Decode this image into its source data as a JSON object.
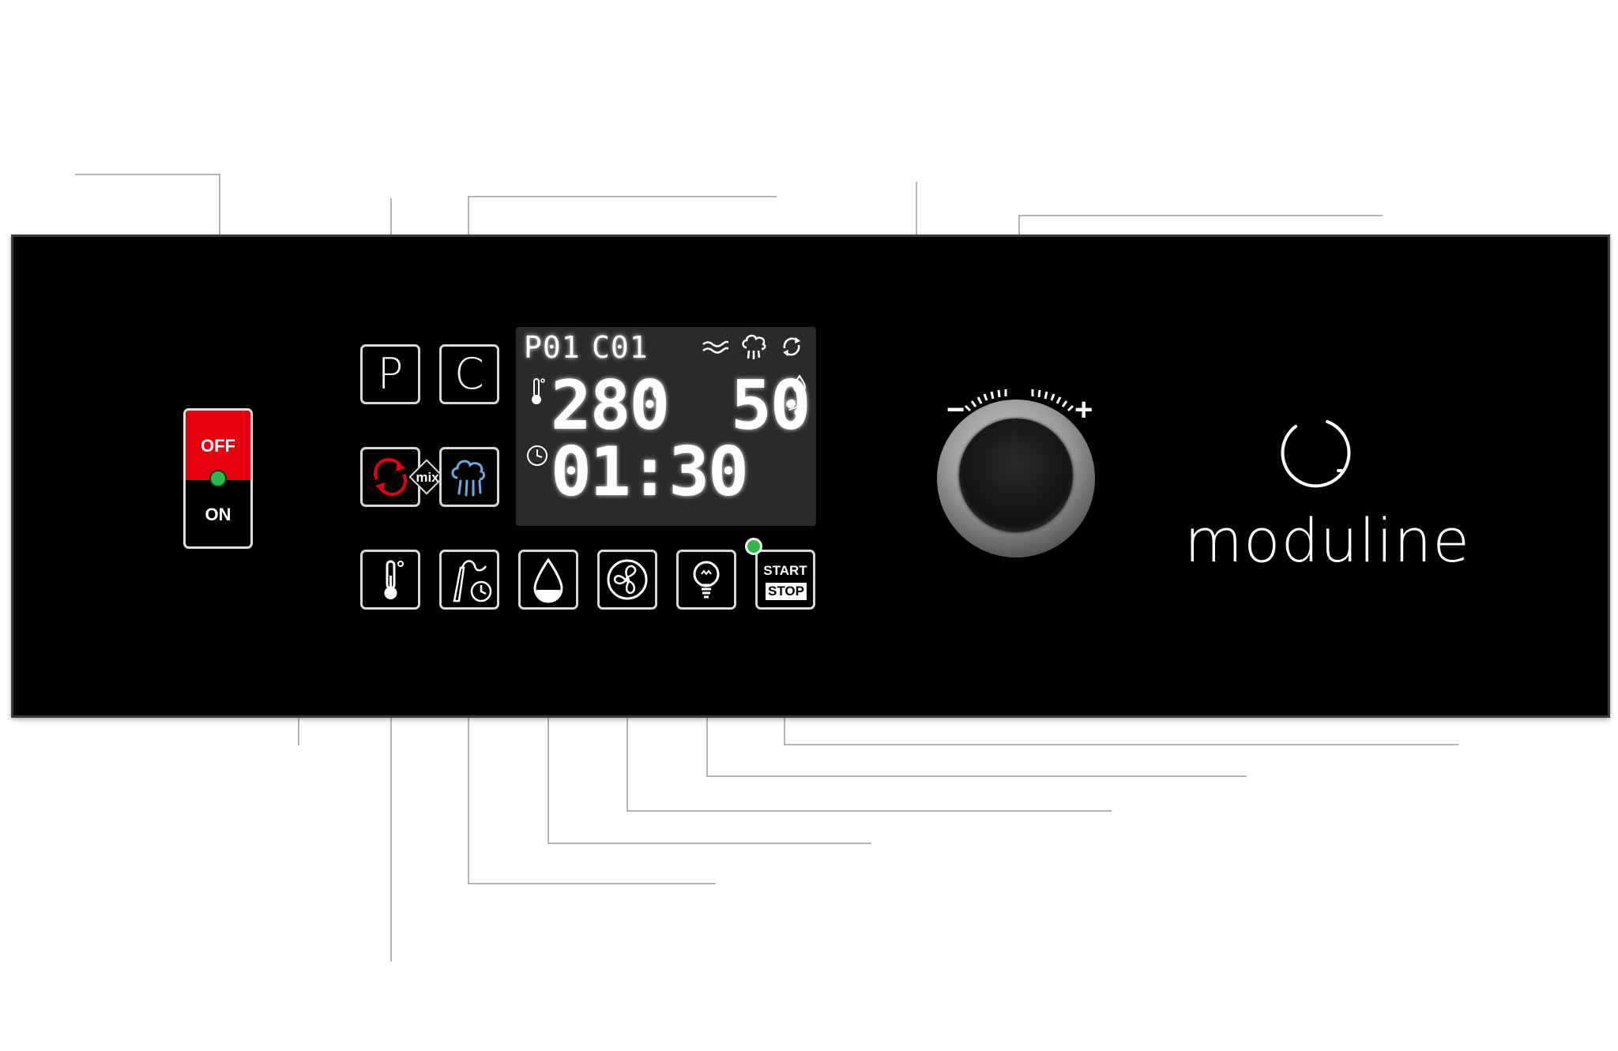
{
  "power_switch": {
    "off_label": "OFF",
    "on_label": "ON"
  },
  "buttons": {
    "program_label": "P",
    "cooking_label": "C",
    "mix_label": "mix",
    "start_label": "START",
    "stop_label": "STOP"
  },
  "display": {
    "program": "P01",
    "cycle": "C01",
    "temperature": "280",
    "temperature_unit": "°C",
    "humidity": "50",
    "humidity_unit": "%",
    "time": "01:30"
  },
  "brand": {
    "name": "moduline"
  },
  "dial": {
    "minus_label": "−",
    "plus_label": "+"
  },
  "colors": {
    "panel": "#000000",
    "off_red": "#e4000f",
    "led_green": "#2db84a",
    "convection_red": "#e4000f",
    "steam_blue": "#6fa8dc",
    "lcd_bg": "#2b2b2b"
  },
  "icons": [
    "convection-icon",
    "steam-icon",
    "thermometer-icon",
    "core-probe-timer-icon",
    "humidity-drop-icon",
    "fan-icon",
    "light-bulb-icon",
    "wave-icon",
    "clock-icon"
  ]
}
